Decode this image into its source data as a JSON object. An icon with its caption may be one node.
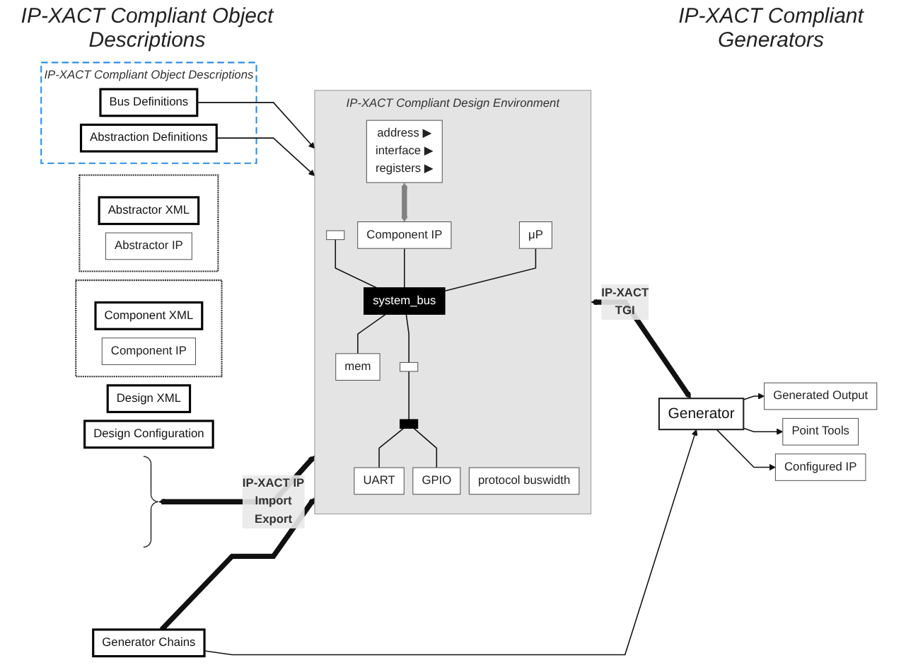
{
  "diagram": {
    "nodes": [
      {
        "text": [],
        "shape": "box"
      },
      {
        "text": [
          "Component XML"
        ],
        "in": 0
      },
      {
        "text": [
          "Component IP"
        ],
        "in": 0
      },
      {
        "text": [
          "Design XML"
        ]
      },
      {
        "text": [],
        "shape": "box"
      },
      {
        "text": [
          "Abstractor XML"
        ],
        "in": 4
      },
      {
        "text": [
          "Abstractor IP"
        ],
        "in": 4
      },
      {
        "text": [
          "Design Configuration"
        ]
      },
      {
        "text": [],
        "shape": "brace"
      },
      {
        "text": [
          "IP-XACT Compliant Design Environment"
        ]
      },
      {
        "text": [
          "address ▶",
          "interface ▶",
          "registers ▶"
        ],
        "in": 9
      },
      {
        "text": [
          "protocol buswidth"
        ],
        "in": 9
      },
      {
        "text": [],
        "shape": "box",
        "in": 9
      },
      {
        "text": [
          "Component IP"
        ],
        "in": 9
      },
      {
        "text": [
          "μP"
        ],
        "in": 9
      },
      {
        "text": [
          "system_bus"
        ],
        "in": 9
      },
      {
        "text": [
          "mem"
        ],
        "in": 9
      },
      {
        "text": [],
        "shape": "box",
        "in": 9
      },
      {
        "text": [],
        "shape": "bar",
        "in": 9
      },
      {
        "text": [
          "UART"
        ],
        "in": 9
      },
      {
        "text": [
          "GPIO"
        ],
        "in": 9
      },
      {
        "text": [
          "IP-XACT Compliant Object Descriptions"
        ]
      },
      {
        "text": [
          "Bus Definitions"
        ],
        "in": 21
      },
      {
        "text": [
          "Abstraction Definitions"
        ],
        "in": 21
      },
      {
        "text": [
          "Generator Chains"
        ]
      },
      {
        "text": [
          "Generator"
        ]
      },
      {
        "text": [
          "Configured IP"
        ]
      },
      {
        "text": [
          "Point Tools"
        ]
      },
      {
        "text": [
          "Generated Output"
        ]
      }
    ],
    "edges": [
      {
        "from": 8,
        "to": 9,
        "arrow": "both",
        "style": "thick",
        "label": "IP-XACT IP Import Export"
      },
      {
        "from": 10,
        "to": 13,
        "arrow": "both",
        "style": "thick",
        "color": "#808080"
      },
      {
        "from": 12,
        "to": 15,
        "arrow": "none"
      },
      {
        "from": 13,
        "to": 15,
        "arrow": "none"
      },
      {
        "from": 14,
        "to": 15,
        "arrow": "none"
      },
      {
        "from": 15,
        "to": 16,
        "arrow": "none"
      },
      {
        "from": 15,
        "to": 17,
        "arrow": "none"
      },
      {
        "from": 17,
        "to": 18,
        "arrow": "none"
      },
      {
        "from": 18,
        "to": 19,
        "arrow": "none"
      },
      {
        "from": 18,
        "to": 20,
        "arrow": "none"
      },
      {
        "from": 22,
        "to": 9,
        "arrow": "to"
      },
      {
        "from": 23,
        "to": 9,
        "arrow": "to"
      },
      {
        "from": 24,
        "to": 9,
        "arrow": "to",
        "style": "thick"
      },
      {
        "from": 24,
        "to": 25,
        "arrow": "to"
      },
      {
        "from": 9,
        "to": 25,
        "arrow": "both",
        "style": "thick",
        "label": "IP-XACT TGI"
      },
      {
        "from": 25,
        "to": 26,
        "arrow": "to"
      },
      {
        "from": 25,
        "to": 27,
        "arrow": "to"
      },
      {
        "from": 25,
        "to": 28,
        "arrow": "to"
      }
    ],
    "labels": [
      "IP-XACT Compliant Object Descriptions",
      "IP-XACT Compliant Generators"
    ]
  }
}
